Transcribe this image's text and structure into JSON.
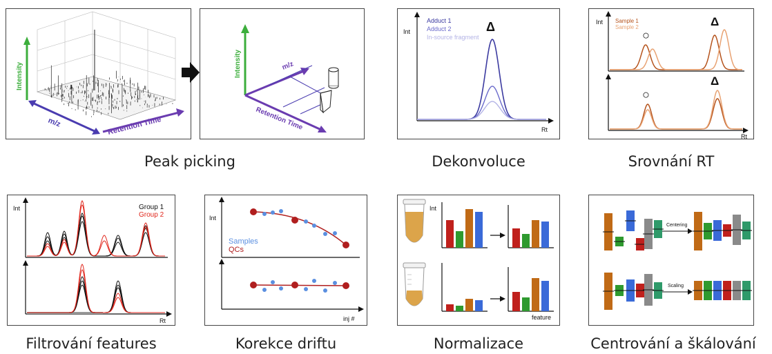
{
  "captions": {
    "peak_picking": "Peak picking",
    "deconvolution": "Dekonvoluce",
    "rt_alignment": "Srovnání RT",
    "filtering": "Filtrování features",
    "drift": "Korekce driftu",
    "normalization": "Normalizace",
    "centering_scaling": "Centrování a škálování"
  },
  "peak3d": {
    "y_label": "Intensity",
    "x_label": "m/z",
    "z_label": "Retention Time"
  },
  "peak_schema": {
    "y_label": "Intensity",
    "x_label": "m/z",
    "z_label": "Retention Time"
  },
  "deconv": {
    "y_label": "Int",
    "x_label": "Rt",
    "legend": [
      "Adduct 1",
      "Adduct 2",
      "In-source fragment"
    ],
    "marker": "Δ"
  },
  "rt": {
    "y_label": "Int",
    "x_label": "Rt",
    "legend": [
      "Sample 1",
      "Sample 2"
    ],
    "marker_circle": "○",
    "marker_triangle": "Δ"
  },
  "filter": {
    "y_label": "Int",
    "x_label": "Rt",
    "legend": [
      "Group 1",
      "Group 2"
    ]
  },
  "drift": {
    "y_label": "Int",
    "x_label": "inj #",
    "legend": [
      "Samples",
      "QCs"
    ]
  },
  "norm": {
    "y_label": "Int",
    "x_label": "feature"
  },
  "scale": {
    "centering_label": "Centering",
    "scaling_label": "Scaling"
  },
  "colors": {
    "green_axis": "#3cae3c",
    "purple_axis": "#6a3cb0",
    "deconv_line": "#3b3aa0",
    "sample1": "#b5531c",
    "sample2": "#e8a272",
    "red": "#e0261c",
    "drift_red": "#b01e1e",
    "drift_blue": "#5b8fe0",
    "bar_red": "#c0201c",
    "bar_green": "#2f9a2f",
    "bar_orange": "#c06a16",
    "bar_blue": "#3a6ad8"
  }
}
